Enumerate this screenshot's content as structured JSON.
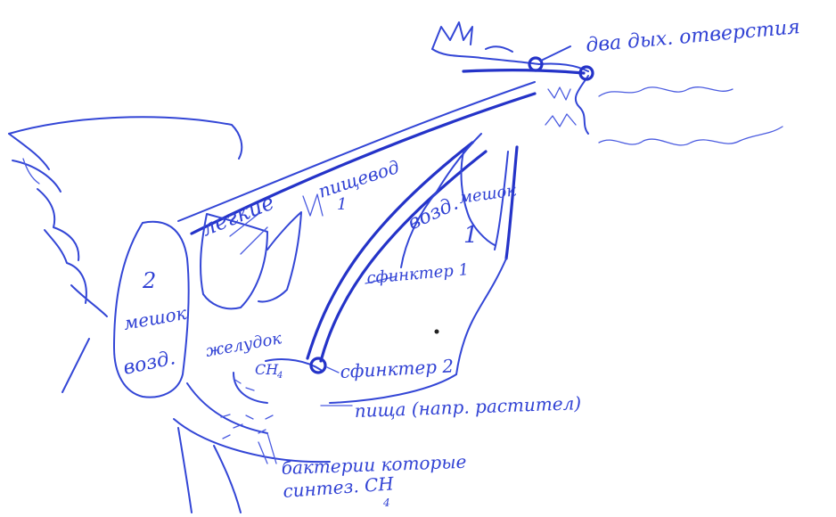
{
  "labels": {
    "nostrils": "два дых. отверстия",
    "lungs": "легкие",
    "food_bag_1_top": "пищевод",
    "food_bag_1_num": "1",
    "air_bag_1": "возд.",
    "air_bag_1_num": "1",
    "mesh": "мешок",
    "sphincter_1": "сфинктер 1",
    "bag_2_num": "2",
    "bag_2_word": "мешок",
    "bag_2_air": "возд.",
    "stomach": "желудок",
    "ch4_stomach": "CH",
    "ch4_stomach_sub": "4",
    "sphincter_2": "сфинктер 2",
    "food": "пища (напр. растител)",
    "bacteria_line1": "бактерии которые",
    "bacteria_line2": "синтез. CH",
    "bacteria_sub": "4"
  },
  "colors": {
    "ink": "#3346d6",
    "ink_dark": "#2433c8",
    "background": "#ffffff"
  }
}
